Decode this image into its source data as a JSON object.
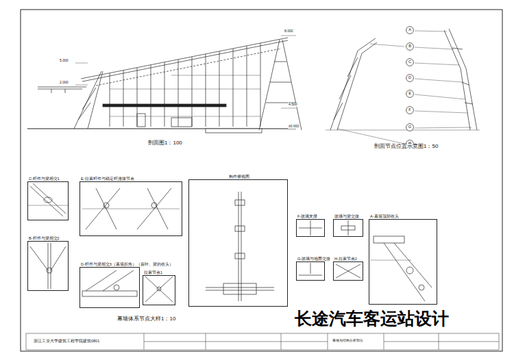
{
  "diagram": {
    "title": "长途汽车客运站设计",
    "nodes": [
      {
        "text": [
          "C-杆件与梁相交1"
        ]
      },
      {
        "text": [
          "E-拉索杆件与稳定杆连接节点"
        ]
      },
      {
        "text": [
          "构件俯视图"
        ]
      },
      {
        "text": [
          "B-杆件与梁相交2"
        ]
      },
      {
        "text": [
          "D-杆件与梁相交3（幕墙折角）（百叶、梁的收头）"
        ]
      },
      {
        "text": [
          "拉索节点1"
        ]
      },
      {
        "text": [
          "F-玻璃支撑"
        ]
      },
      {
        "text": [
          "玻璃与梁交接"
        ]
      },
      {
        "text": [
          "A-幕墙顶部收头"
        ]
      },
      {
        "text": [
          "G-玻璃与地面交接"
        ]
      },
      {
        "text": [
          "H-拉索节点2"
        ]
      },
      {
        "text": [
          "A"
        ]
      },
      {
        "text": [
          "B"
        ]
      },
      {
        "text": [
          "C"
        ]
      },
      {
        "text": [
          "D"
        ]
      },
      {
        "text": [
          "E"
        ]
      },
      {
        "text": [
          "F"
        ]
      },
      {
        "text": [
          "G"
        ]
      },
      {
        "text": [
          "H"
        ]
      }
    ],
    "labels": [
      "8.000",
      "5.000",
      "2.000",
      "4.500",
      "±0.000",
      "剖面图1：100",
      "剖面节点位置示意图1：50",
      "幕墙体系节点大样1：10",
      "浙江工业大学建筑工程学院建筑0801",
      "幕墙与结构分析部分"
    ]
  }
}
